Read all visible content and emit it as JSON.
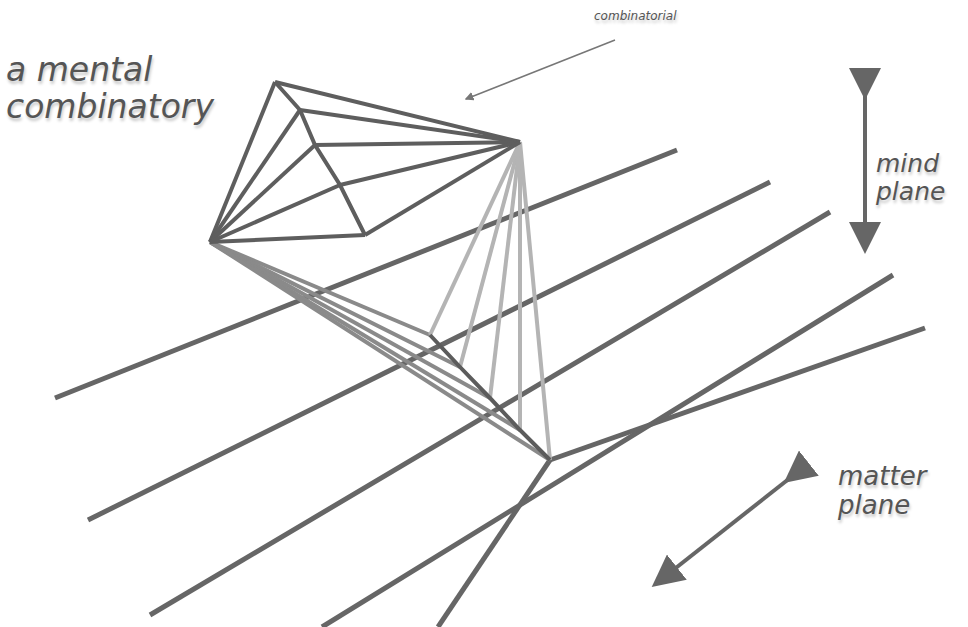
{
  "diagram": {
    "labels": [
      "a mental combinatory",
      "combinatorial",
      "mind plane",
      "matter plane"
    ]
  }
}
